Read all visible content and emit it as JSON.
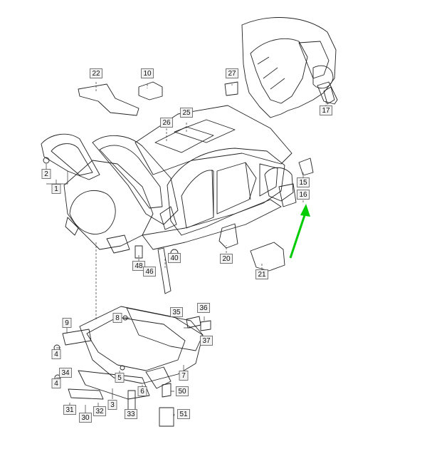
{
  "diagram": {
    "highlight_color": "#00cc00",
    "callouts": [
      {
        "id": "c22",
        "label": "22"
      },
      {
        "id": "c10",
        "label": "10"
      },
      {
        "id": "c27",
        "label": "27"
      },
      {
        "id": "c17",
        "label": "17"
      },
      {
        "id": "c26",
        "label": "26"
      },
      {
        "id": "c25",
        "label": "25"
      },
      {
        "id": "c2",
        "label": "2"
      },
      {
        "id": "c1",
        "label": "1"
      },
      {
        "id": "c15",
        "label": "15"
      },
      {
        "id": "c16",
        "label": "16",
        "highlighted": true
      },
      {
        "id": "c20",
        "label": "20"
      },
      {
        "id": "c21",
        "label": "21"
      },
      {
        "id": "c48",
        "label": "48"
      },
      {
        "id": "c46",
        "label": "46"
      },
      {
        "id": "c40",
        "label": "40"
      },
      {
        "id": "c9",
        "label": "9"
      },
      {
        "id": "c8",
        "label": "8"
      },
      {
        "id": "c35",
        "label": "35"
      },
      {
        "id": "c36",
        "label": "36"
      },
      {
        "id": "c37",
        "label": "37"
      },
      {
        "id": "c4a",
        "label": "4"
      },
      {
        "id": "c34",
        "label": "34"
      },
      {
        "id": "c4b",
        "label": "4"
      },
      {
        "id": "c5",
        "label": "5"
      },
      {
        "id": "c7",
        "label": "7"
      },
      {
        "id": "c3",
        "label": "3"
      },
      {
        "id": "c6",
        "label": "6"
      },
      {
        "id": "c50",
        "label": "50"
      },
      {
        "id": "c31",
        "label": "31"
      },
      {
        "id": "c30",
        "label": "30"
      },
      {
        "id": "c32",
        "label": "32"
      },
      {
        "id": "c33",
        "label": "33"
      },
      {
        "id": "c51",
        "label": "51"
      }
    ]
  }
}
